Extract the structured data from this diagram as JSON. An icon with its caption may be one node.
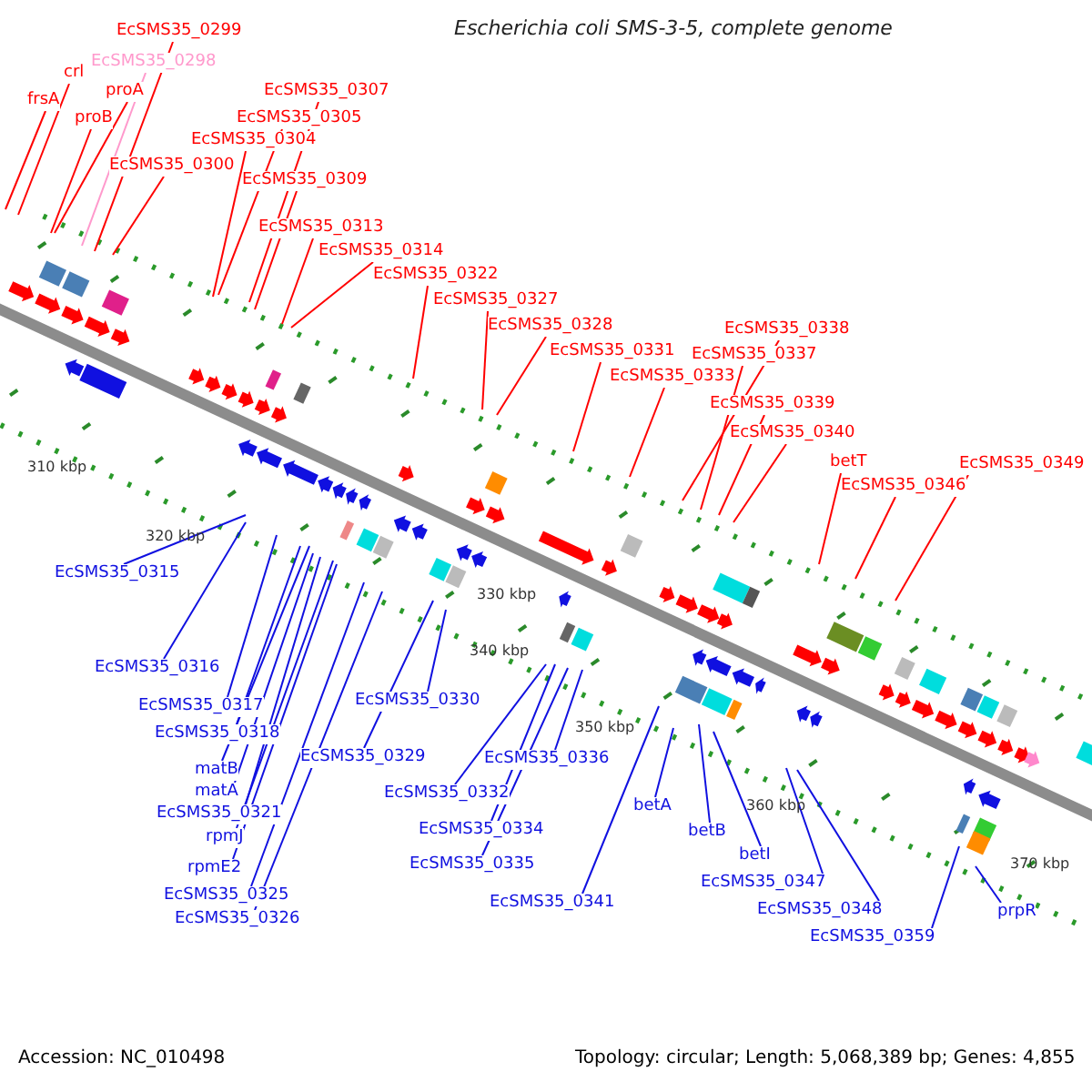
{
  "diagram": {
    "title": "Escherichia coli SMS-3-5, complete genome",
    "nodes": [
      {
        "text": [
          "EcSMS35_0299"
        ]
      },
      {
        "text": [
          "EcSMS35_0298"
        ]
      },
      {
        "text": [
          "crl"
        ]
      },
      {
        "text": [
          "frsA"
        ]
      },
      {
        "text": [
          "proA"
        ]
      },
      {
        "text": [
          "proB"
        ]
      },
      {
        "text": [
          "EcSMS35_0300"
        ]
      },
      {
        "text": [
          "EcSMS35_0307"
        ]
      },
      {
        "text": [
          "EcSMS35_0305"
        ]
      },
      {
        "text": [
          "EcSMS35_0304"
        ]
      },
      {
        "text": [
          "EcSMS35_0309"
        ]
      },
      {
        "text": [
          "EcSMS35_0313"
        ]
      },
      {
        "text": [
          "EcSMS35_0314"
        ]
      },
      {
        "text": [
          "EcSMS35_0322"
        ]
      },
      {
        "text": [
          "EcSMS35_0327"
        ]
      },
      {
        "text": [
          "EcSMS35_0328"
        ]
      },
      {
        "text": [
          "EcSMS35_0331"
        ]
      },
      {
        "text": [
          "EcSMS35_0333"
        ]
      },
      {
        "text": [
          "EcSMS35_0338"
        ]
      },
      {
        "text": [
          "EcSMS35_0337"
        ]
      },
      {
        "text": [
          "EcSMS35_0339"
        ]
      },
      {
        "text": [
          "EcSMS35_0340"
        ]
      },
      {
        "text": [
          "betT"
        ]
      },
      {
        "text": [
          "EcSMS35_0346"
        ]
      },
      {
        "text": [
          "EcSMS35_0349"
        ]
      },
      {
        "text": [
          "EcSMS35_0315"
        ]
      },
      {
        "text": [
          "EcSMS35_0316"
        ]
      },
      {
        "text": [
          "EcSMS35_0317"
        ]
      },
      {
        "text": [
          "EcSMS35_0318"
        ]
      },
      {
        "text": [
          "matB"
        ]
      },
      {
        "text": [
          "matA"
        ]
      },
      {
        "text": [
          "EcSMS35_0321"
        ]
      },
      {
        "text": [
          "rpmJ"
        ]
      },
      {
        "text": [
          "rpmE2"
        ]
      },
      {
        "text": [
          "EcSMS35_0325"
        ]
      },
      {
        "text": [
          "EcSMS35_0326"
        ]
      },
      {
        "text": [
          "EcSMS35_0330"
        ]
      },
      {
        "text": [
          "EcSMS35_0329"
        ]
      },
      {
        "text": [
          "EcSMS35_0336"
        ]
      },
      {
        "text": [
          "EcSMS35_0332"
        ]
      },
      {
        "text": [
          "EcSMS35_0334"
        ]
      },
      {
        "text": [
          "EcSMS35_0335"
        ]
      },
      {
        "text": [
          "EcSMS35_0341"
        ]
      },
      {
        "text": [
          "betA"
        ]
      },
      {
        "text": [
          "betB"
        ]
      },
      {
        "text": [
          "betI"
        ]
      },
      {
        "text": [
          "EcSMS35_0347"
        ]
      },
      {
        "text": [
          "EcSMS35_0348"
        ]
      },
      {
        "text": [
          "EcSMS35_0359"
        ]
      },
      {
        "text": [
          "prpR"
        ]
      }
    ],
    "edges": [
      {
        "from": 0,
        "to": null,
        "arrow": "none",
        "color": "#ff0000"
      },
      {
        "from": 1,
        "to": null,
        "arrow": "none",
        "color": "#ff99cc"
      },
      {
        "from": 2,
        "to": null,
        "arrow": "none",
        "color": "#ff0000"
      },
      {
        "from": 3,
        "to": null,
        "arrow": "none",
        "color": "#ff0000"
      },
      {
        "from": 4,
        "to": null,
        "arrow": "none",
        "color": "#ff0000"
      },
      {
        "from": 5,
        "to": null,
        "arrow": "none",
        "color": "#ff0000"
      },
      {
        "from": 6,
        "to": null,
        "arrow": "none",
        "color": "#ff0000"
      },
      {
        "from": 7,
        "to": null,
        "arrow": "none",
        "color": "#ff0000"
      },
      {
        "from": 8,
        "to": null,
        "arrow": "none",
        "color": "#ff0000"
      },
      {
        "from": 9,
        "to": null,
        "arrow": "none",
        "color": "#ff0000"
      },
      {
        "from": 10,
        "to": null,
        "arrow": "none",
        "color": "#ff0000"
      },
      {
        "from": 11,
        "to": null,
        "arrow": "none",
        "color": "#ff0000"
      },
      {
        "from": 12,
        "to": null,
        "arrow": "none",
        "color": "#ff0000"
      },
      {
        "from": 13,
        "to": null,
        "arrow": "none",
        "color": "#ff0000"
      },
      {
        "from": 14,
        "to": null,
        "arrow": "none",
        "color": "#ff0000"
      },
      {
        "from": 15,
        "to": null,
        "arrow": "none",
        "color": "#ff0000"
      },
      {
        "from": 16,
        "to": null,
        "arrow": "none",
        "color": "#ff0000"
      },
      {
        "from": 17,
        "to": null,
        "arrow": "none",
        "color": "#ff0000"
      },
      {
        "from": 18,
        "to": null,
        "arrow": "none",
        "color": "#ff0000"
      },
      {
        "from": 19,
        "to": null,
        "arrow": "none",
        "color": "#ff0000"
      },
      {
        "from": 20,
        "to": null,
        "arrow": "none",
        "color": "#ff0000"
      },
      {
        "from": 21,
        "to": null,
        "arrow": "none",
        "color": "#ff0000"
      },
      {
        "from": 22,
        "to": null,
        "arrow": "none",
        "color": "#ff0000"
      },
      {
        "from": 23,
        "to": null,
        "arrow": "none",
        "color": "#ff0000"
      },
      {
        "from": 24,
        "to": null,
        "arrow": "none",
        "color": "#ff0000"
      },
      {
        "from": 25,
        "to": null,
        "arrow": "none"
      },
      {
        "from": 26,
        "to": null,
        "arrow": "none"
      },
      {
        "from": 27,
        "to": null,
        "arrow": "none"
      },
      {
        "from": 28,
        "to": null,
        "arrow": "none"
      },
      {
        "from": 29,
        "to": null,
        "arrow": "none"
      },
      {
        "from": 30,
        "to": null,
        "arrow": "none"
      },
      {
        "from": 31,
        "to": null,
        "arrow": "none"
      },
      {
        "from": 32,
        "to": null,
        "arrow": "none"
      },
      {
        "from": 33,
        "to": null,
        "arrow": "none"
      },
      {
        "from": 34,
        "to": null,
        "arrow": "none"
      },
      {
        "from": 35,
        "to": null,
        "arrow": "none"
      },
      {
        "from": 36,
        "to": null,
        "arrow": "none"
      },
      {
        "from": 37,
        "to": null,
        "arrow": "none"
      },
      {
        "from": 38,
        "to": null,
        "arrow": "none"
      },
      {
        "from": 39,
        "to": null,
        "arrow": "none"
      },
      {
        "from": 40,
        "to": null,
        "arrow": "none"
      },
      {
        "from": 41,
        "to": null,
        "arrow": "none"
      },
      {
        "from": 42,
        "to": null,
        "arrow": "none"
      },
      {
        "from": 43,
        "to": null,
        "arrow": "none"
      },
      {
        "from": 44,
        "to": null,
        "arrow": "none"
      },
      {
        "from": 45,
        "to": null,
        "arrow": "none"
      },
      {
        "from": 46,
        "to": null,
        "arrow": "none"
      },
      {
        "from": 47,
        "to": null,
        "arrow": "none"
      },
      {
        "from": 48,
        "to": null,
        "arrow": "none"
      },
      {
        "from": 49,
        "to": null,
        "arrow": "none"
      }
    ],
    "labels": [
      "310 kbp",
      "320 kbp",
      "330 kbp",
      "340 kbp",
      "350 kbp",
      "360 kbp",
      "370 kbp",
      "Accession: NC_010498",
      "Topology: circular; Length: 5,068,389 bp; Genes: 4,855"
    ]
  }
}
